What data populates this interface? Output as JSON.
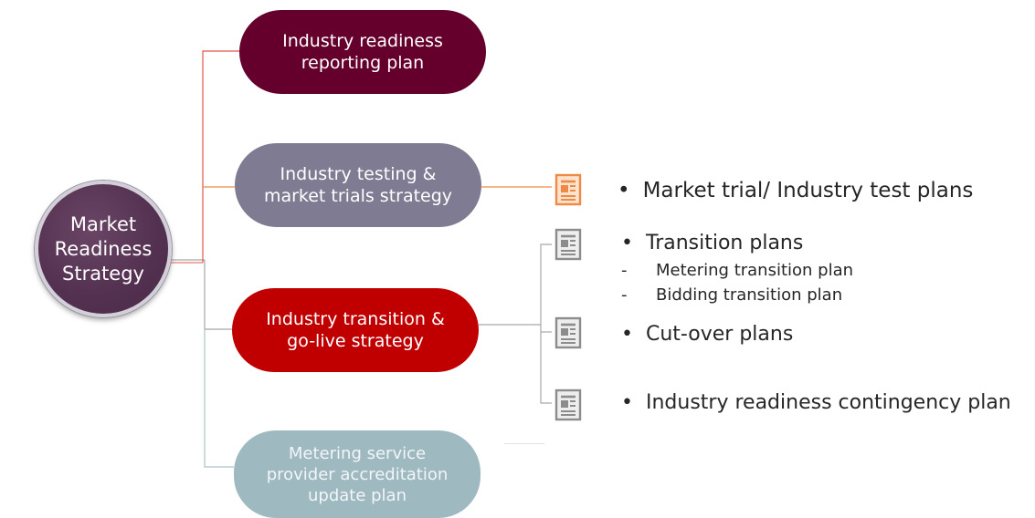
{
  "root": {
    "label": "Market\nReadiness\nStrategy",
    "color": "#533050"
  },
  "branches": [
    {
      "label": "Industry readiness\nreporting plan",
      "color": "#65002d"
    },
    {
      "label": "Industry testing &\nmarket trials strategy",
      "color": "#7f7b93"
    },
    {
      "label": "Industry transition &\ngo-live strategy",
      "color": "#c00000"
    },
    {
      "label": "Metering service\nprovider accreditation\nupdate plan",
      "color": "#9fb9c1"
    }
  ],
  "connector_colors": {
    "red": "#e2574c",
    "orange": "#ef8a44",
    "gray": "#a8a8a8",
    "blue_gray": "#aec3c9"
  },
  "documents": [
    {
      "icon": "document-icon",
      "color": "#ef8a44",
      "label": "Market trial/ Industry test plans"
    },
    {
      "icon": "document-icon",
      "color": "#8c8c8c",
      "label": "Transition plans"
    },
    {
      "icon": "document-icon",
      "color": "#8c8c8c",
      "label": "Cut-over plans"
    },
    {
      "icon": "document-icon",
      "color": "#8c8c8c",
      "label": "Industry readiness contingency plan"
    }
  ],
  "bullet_symbol": "•",
  "dash_symbol": "-",
  "transition_subitems": [
    "Metering transition plan",
    "Bidding transition plan"
  ]
}
